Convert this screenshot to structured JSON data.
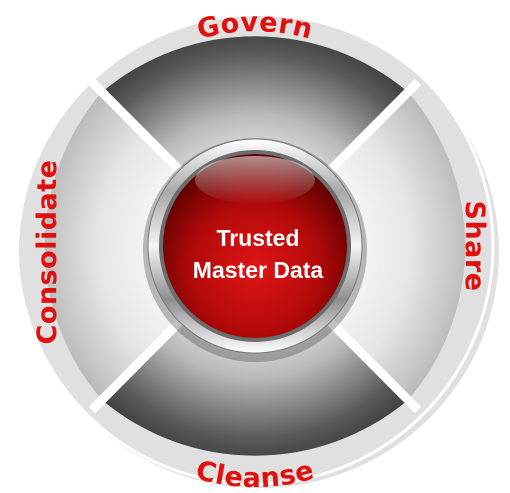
{
  "center": {
    "line1": "Trusted",
    "line2": "Master Data"
  },
  "segments": {
    "top": "Govern",
    "right": "Share",
    "bottom": "Cleanse",
    "left": "Consolidate"
  },
  "colors": {
    "label_red": "#e0100f",
    "center_red": "#b50a0a",
    "center_text": "#ffffff"
  }
}
